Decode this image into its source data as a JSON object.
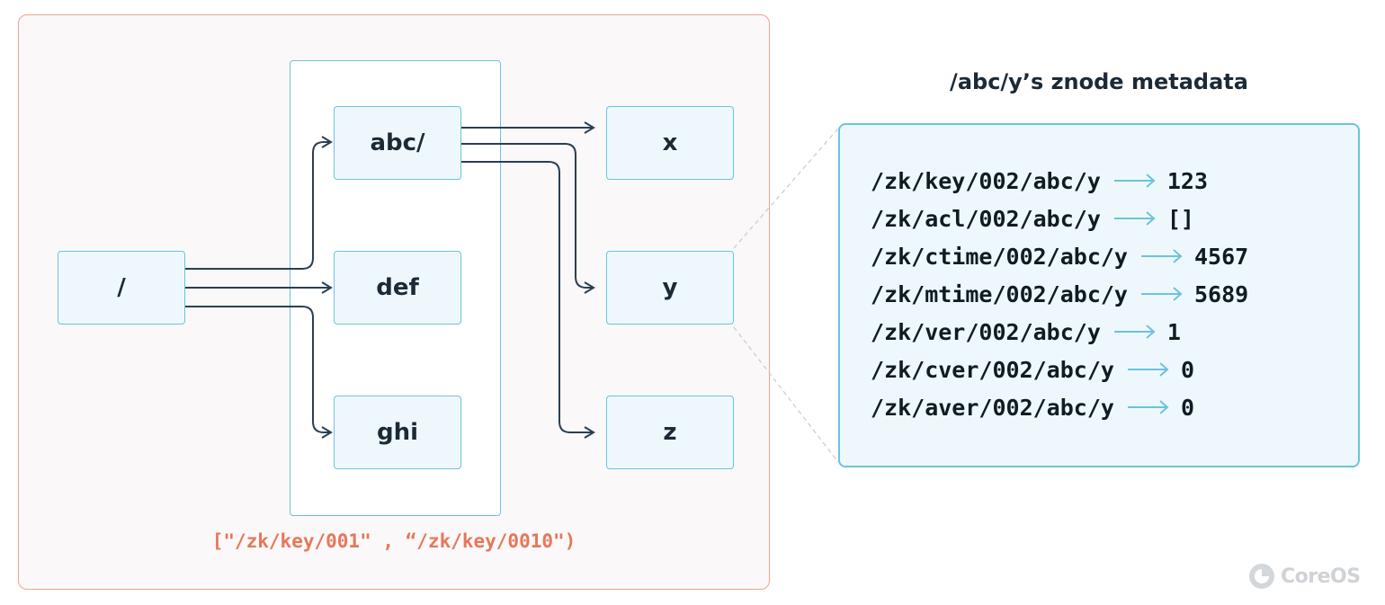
{
  "tree": {
    "root": {
      "label": "/"
    },
    "children": [
      {
        "label": "abc/"
      },
      {
        "label": "def"
      },
      {
        "label": "ghi"
      }
    ],
    "grandchildren": [
      {
        "label": "x"
      },
      {
        "label": "y"
      },
      {
        "label": "z"
      }
    ],
    "range_label": "[\"/zk/key/001\" , “/zk/key/0010\")"
  },
  "metadata": {
    "title": "/abc/y’s znode metadata",
    "rows": [
      {
        "key": "/zk/key/002/abc/y",
        "value": "123"
      },
      {
        "key": "/zk/acl/002/abc/y",
        "value": "[]"
      },
      {
        "key": "/zk/ctime/002/abc/y",
        "value": "4567"
      },
      {
        "key": "/zk/mtime/002/abc/y",
        "value": "5689"
      },
      {
        "key": "/zk/ver/002/abc/y",
        "value": "1"
      },
      {
        "key": "/zk/cver/002/abc/y",
        "value": "0"
      },
      {
        "key": "/zk/aver/002/abc/y",
        "value": "0"
      }
    ]
  },
  "branding": {
    "logo_text": "CoreOS"
  },
  "colors": {
    "node_border": "#6cc3dc",
    "node_fill": "#eef8fc",
    "panel_border": "#f0a48f",
    "range_text": "#e8765a",
    "wire": "#2a3f52",
    "meta_arrow": "#6cc3dc"
  }
}
